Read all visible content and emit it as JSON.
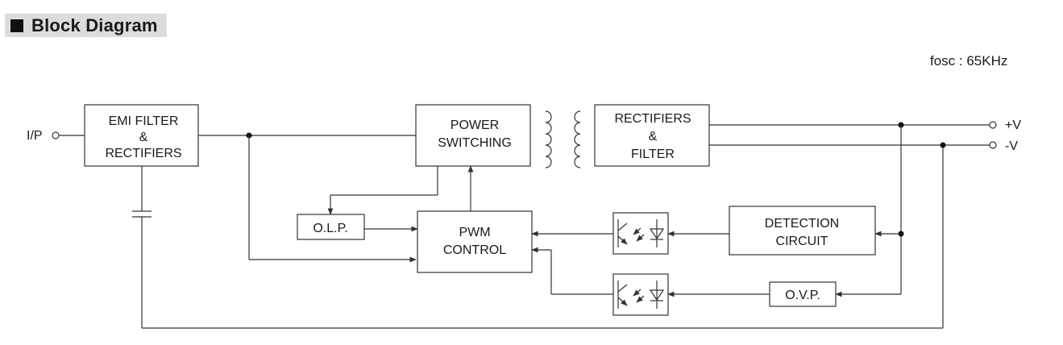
{
  "header": {
    "title": "Block Diagram",
    "bullet_icon": "black-square-icon"
  },
  "fosc": "fosc :  65KHz",
  "terminals": {
    "input": "I/P",
    "plus": "+V",
    "minus": "-V"
  },
  "blocks": {
    "emi": [
      "EMI FILTER",
      "&",
      "RECTIFIERS"
    ],
    "power": [
      "POWER",
      "SWITCHING"
    ],
    "rect_filter": [
      "RECTIFIERS",
      "&",
      "FILTER"
    ],
    "olp": "O.L.P.",
    "pwm": [
      "PWM",
      "CONTROL"
    ],
    "detection": [
      "DETECTION",
      "CIRCUIT"
    ],
    "ovp": "O.V.P."
  }
}
